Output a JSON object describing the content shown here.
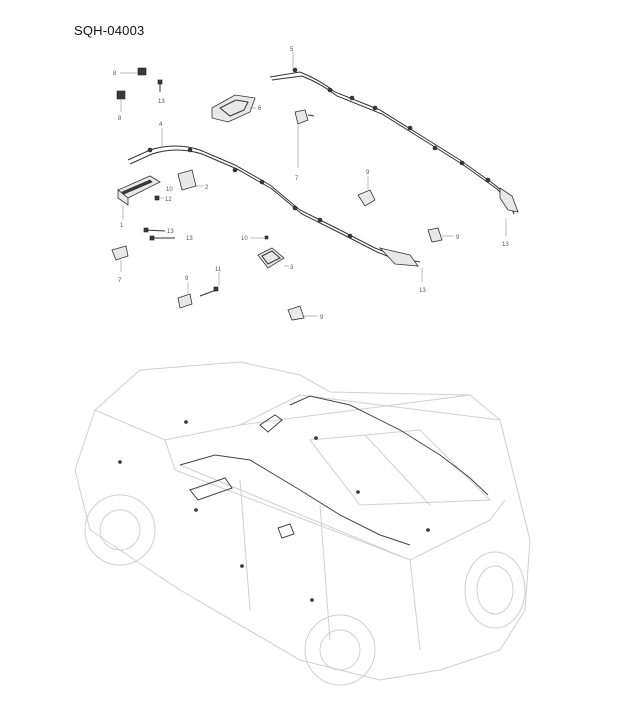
{
  "diagram": {
    "code": "SQH-04003",
    "labels": {
      "l1": "1",
      "l2": "2",
      "l3": "3",
      "l4": "4",
      "l5": "5",
      "l6": "6",
      "l7a": "7",
      "l7b": "7",
      "l8a": "8",
      "l8b": "8",
      "l9a": "9",
      "l9b": "9",
      "l9c": "9",
      "l9d": "9",
      "l10a": "10",
      "l10b": "10",
      "l11": "11",
      "l12": "12",
      "l13a": "13",
      "l13b": "13",
      "l13c": "13",
      "l13d": "13",
      "l13e": "13"
    }
  }
}
